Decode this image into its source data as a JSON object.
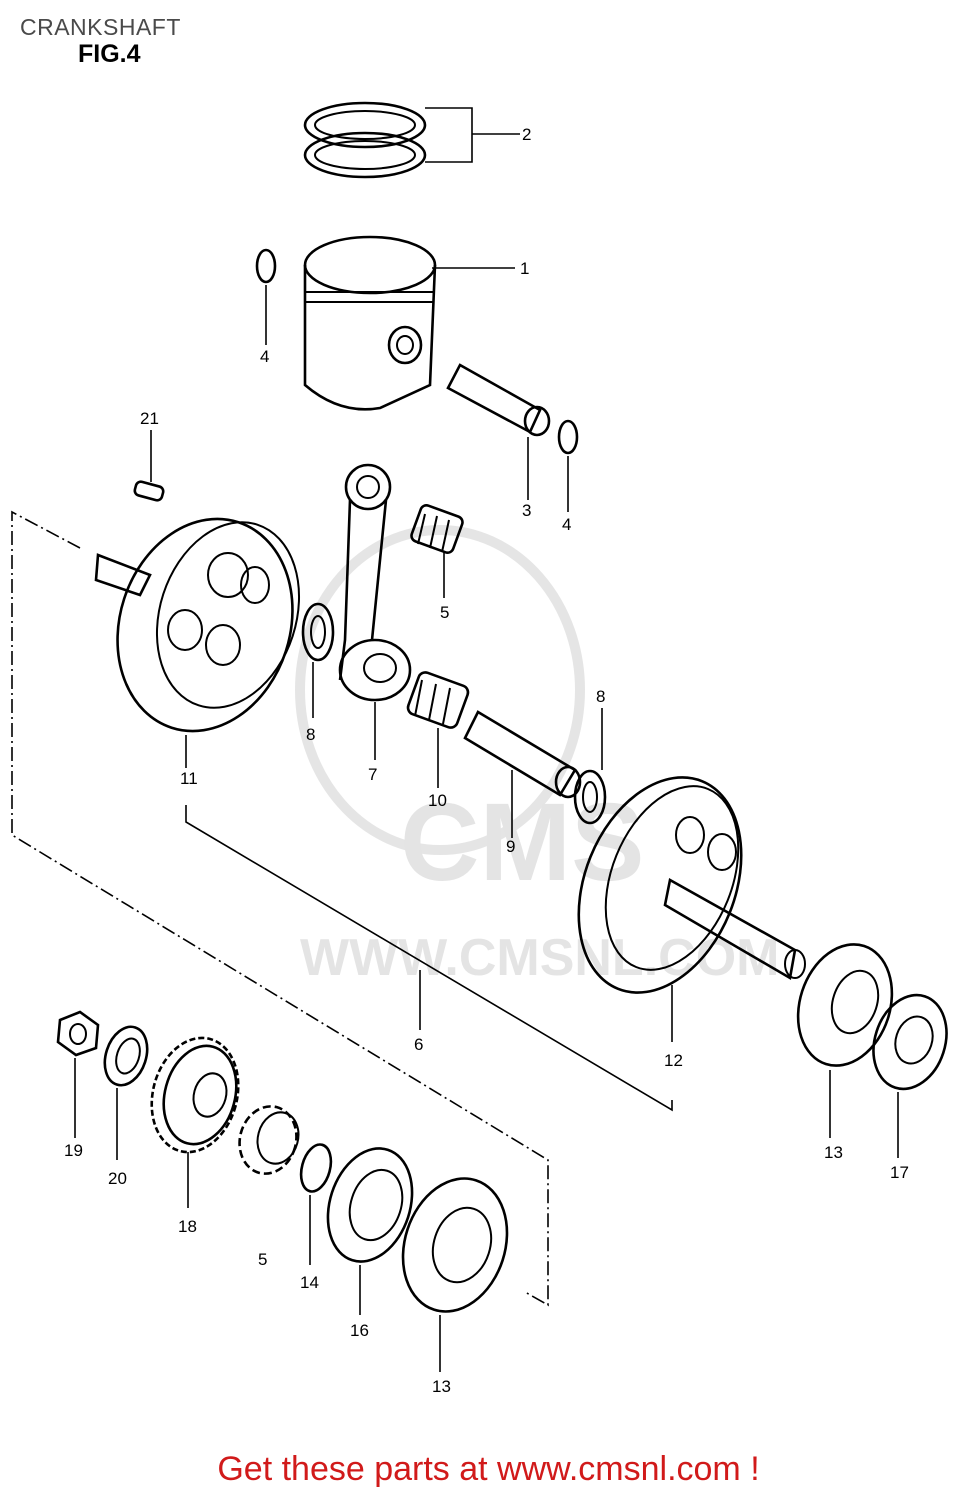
{
  "title": "CRANKSHAFT",
  "figure_label": "FIG.4",
  "watermark": {
    "brand": "CMS",
    "url": "WWW.CMSNL.COM"
  },
  "footer": "Get these parts at www.cmsnl.com !",
  "callouts": {
    "piston": "1",
    "piston_ring_set": "2",
    "piston_pin": "3",
    "circlip_left": "4",
    "circlip_right": "4",
    "bearing_small_end": "5",
    "bearing_left_lower": "5",
    "con_rod": "7",
    "washer_left": "8",
    "washer_right": "8",
    "crank_pin": "9",
    "bearing_big_end": "10",
    "crank_left": "11",
    "crank_right": "12",
    "bearing_right": "13",
    "bearing_bottom": "13",
    "circlip_small": "14",
    "oil_seal_left": "16",
    "oil_seal_right": "17",
    "gear": "18",
    "nut": "19",
    "lock_washer": "20",
    "key": "21",
    "crankshaft_assy": "6"
  }
}
